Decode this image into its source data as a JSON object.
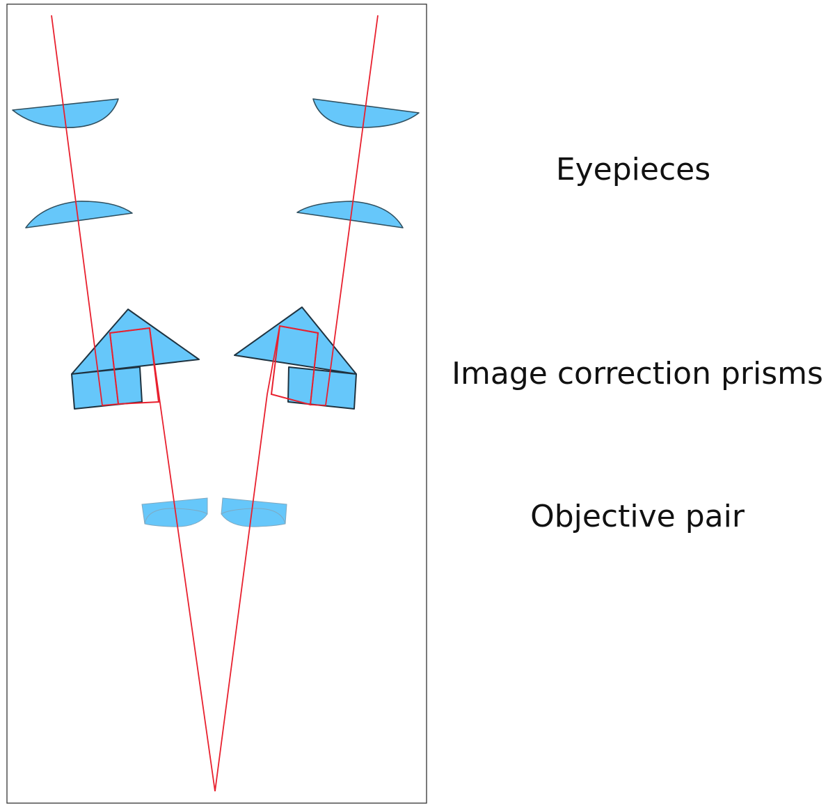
{
  "labels": {
    "eyepieces": "Eyepieces",
    "prisms": "Image correction prisms",
    "objective": "Objective pair"
  },
  "colors": {
    "glass": "#66c7fa",
    "ray": "#e8202e",
    "frame": "#333333",
    "text": "#111111"
  }
}
